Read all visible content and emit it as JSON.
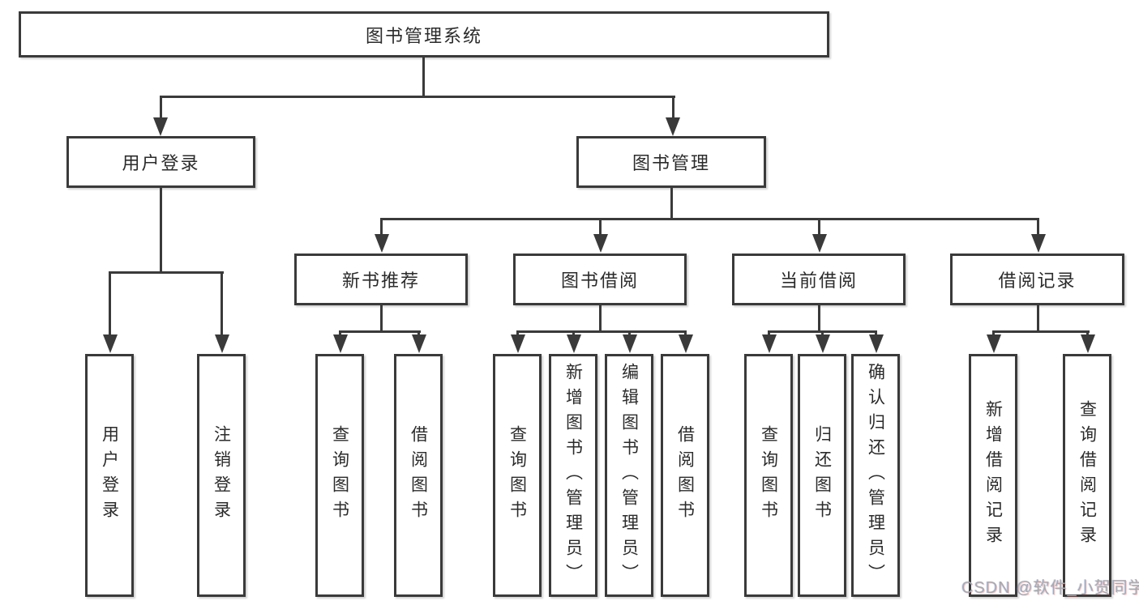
{
  "nodes": {
    "root": "图书管理系统",
    "user_login": "用户登录",
    "book_mgmt": "图书管理",
    "new_book_rec": "新书推荐",
    "book_borrow": "图书借阅",
    "current_borrow": "当前借阅",
    "borrow_records": "借阅记录"
  },
  "leaves": {
    "user_login": [
      "用户登录",
      "注销登录"
    ],
    "new_book_rec": [
      "查询图书",
      "借阅图书"
    ],
    "book_borrow": [
      "查询图书",
      "新增图书（管理员）",
      "编辑图书（管理员）",
      "借阅图书"
    ],
    "current_borrow": [
      "查询图书",
      "归还图书",
      "确认归还（管理员）"
    ],
    "borrow_records": [
      "新增借阅记录",
      "查询借阅记录"
    ]
  },
  "watermark": "CSDN @软件_小贺同学",
  "colors": {
    "line": "#3a3a3a",
    "text": "#2b2b2b",
    "background": "#ffffff",
    "watermark": "#a9a9ae"
  }
}
